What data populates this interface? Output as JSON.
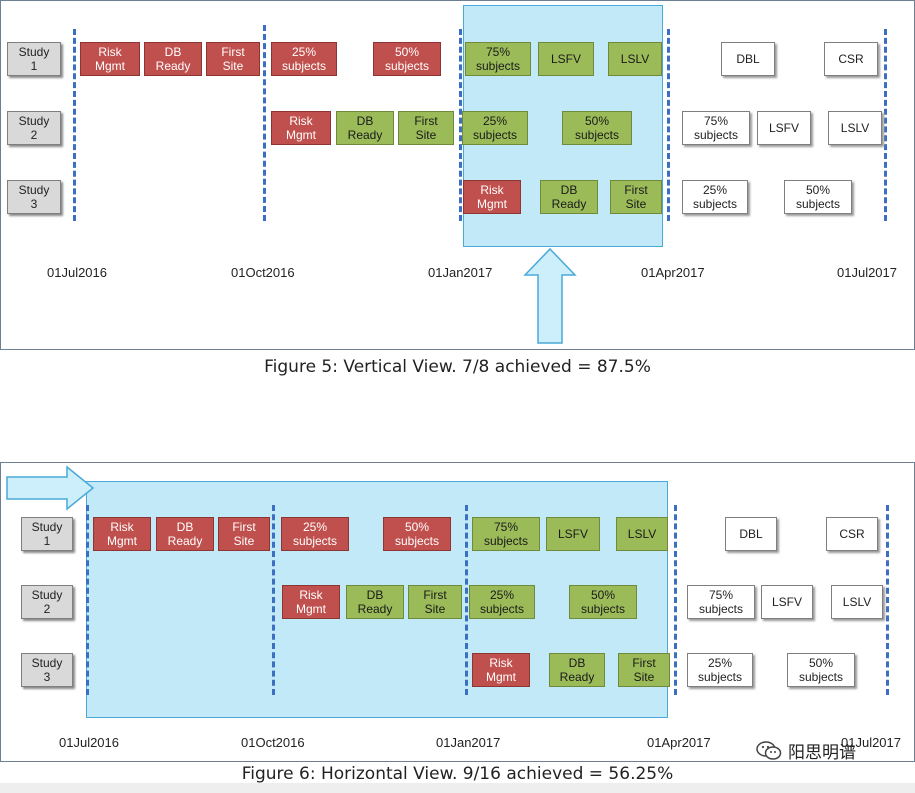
{
  "figure1": {
    "caption": "Figure 5: Vertical View. 7/8 achieved = 87.5%",
    "dates": [
      "01Jul2016",
      "01Oct2016",
      "01Jan2017",
      "01Apr2017",
      "01Jul2017"
    ],
    "studies": [
      "Study\n1",
      "Study\n2",
      "Study\n3"
    ],
    "row1": [
      "Risk\nMgmt",
      "DB\nReady",
      "First\nSite",
      "25%\nsubjects",
      "50%\nsubjects",
      "75%\nsubjects",
      "LSFV",
      "LSLV",
      "DBL",
      "CSR"
    ],
    "row2": [
      "Risk\nMgmt",
      "DB\nReady",
      "First\nSite",
      "25%\nsubjects",
      "50%\nsubjects",
      "75%\nsubjects",
      "LSFV",
      "LSLV"
    ],
    "row3": [
      "Risk\nMgmt",
      "DB\nReady",
      "First\nSite",
      "25%\nsubjects",
      "50%\nsubjects"
    ]
  },
  "figure2": {
    "caption": "Figure 6: Horizontal View. 9/16 achieved = 56.25%",
    "dates": [
      "01Jul2016",
      "01Oct2016",
      "01Jan2017",
      "01Apr2017",
      "01Jul2017"
    ],
    "studies": [
      "Study\n1",
      "Study\n2",
      "Study\n3"
    ],
    "row1": [
      "Risk\nMgmt",
      "DB\nReady",
      "First\nSite",
      "25%\nsubjects",
      "50%\nsubjects",
      "75%\nsubjects",
      "LSFV",
      "LSLV",
      "DBL",
      "CSR"
    ],
    "row2": [
      "Risk\nMgmt",
      "DB\nReady",
      "First\nSite",
      "25%\nsubjects",
      "50%\nsubjects",
      "75%\nsubjects",
      "LSFV",
      "LSLV"
    ],
    "row3": [
      "Risk\nMgmt",
      "DB\nReady",
      "First\nSite",
      "25%\nsubjects",
      "50%\nsubjects"
    ]
  },
  "watermark": {
    "text": "阳思明谱",
    "icon": "wechat-icon"
  },
  "colors": {
    "red": "#c0504d",
    "green": "#9bbb59",
    "gray": "#ffffff",
    "highlight": "#ade1f5",
    "dash": "#3b6fc0"
  }
}
